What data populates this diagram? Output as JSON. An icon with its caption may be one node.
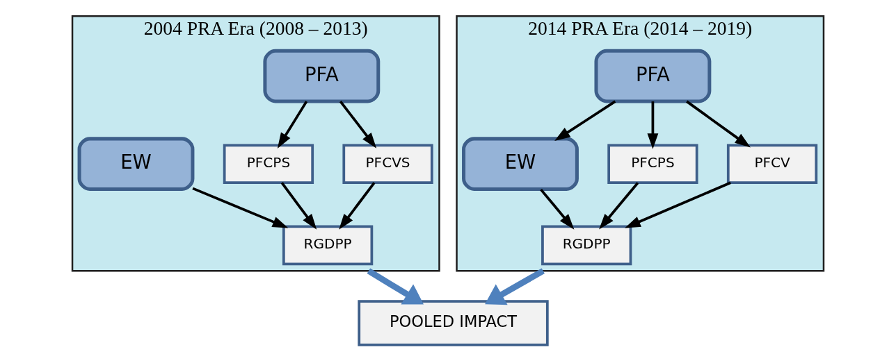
{
  "diagram": {
    "nodes": [
      {
        "text": [
          "2004 PRA Era (2008 – 2013)"
        ]
      },
      {
        "text": [
          "PFA"
        ],
        "in": 0
      },
      {
        "text": [
          "EW"
        ],
        "in": 0
      },
      {
        "text": [
          "PFCPS"
        ],
        "in": 0
      },
      {
        "text": [
          "PFCVS"
        ],
        "in": 0
      },
      {
        "text": [
          "RGDPP"
        ],
        "in": 0
      },
      {
        "text": [
          "2014 PRA Era (2014 – 2019)"
        ]
      },
      {
        "text": [
          "EW"
        ],
        "in": 6
      },
      {
        "text": [
          "PFA"
        ],
        "in": 6
      },
      {
        "text": [
          "PFCPS"
        ],
        "in": 6
      },
      {
        "text": [
          "PFCV"
        ],
        "in": 6
      },
      {
        "text": [
          "RGDPP"
        ],
        "in": 6
      },
      {
        "text": [
          "POOLED IMPACT"
        ]
      }
    ],
    "edges": [
      {
        "from": 1,
        "to": 3,
        "arrow": "to"
      },
      {
        "from": 1,
        "to": 4,
        "arrow": "to"
      },
      {
        "from": 2,
        "to": 5,
        "arrow": "to"
      },
      {
        "from": 3,
        "to": 5,
        "arrow": "to"
      },
      {
        "from": 4,
        "to": 5,
        "arrow": "to"
      },
      {
        "from": 8,
        "to": 7,
        "arrow": "to"
      },
      {
        "from": 7,
        "to": 11,
        "arrow": "to"
      },
      {
        "from": 8,
        "to": 9,
        "arrow": "to"
      },
      {
        "from": 8,
        "to": 10,
        "arrow": "to"
      },
      {
        "from": 9,
        "to": 11,
        "arrow": "to"
      },
      {
        "from": 10,
        "to": 11,
        "arrow": "to"
      },
      {
        "from": 0,
        "to": 12,
        "arrow": "to",
        "style": "thick",
        "color": "#4f81bd"
      },
      {
        "from": 6,
        "to": 12,
        "arrow": "to",
        "style": "thick",
        "color": "#4f81bd"
      }
    ]
  }
}
